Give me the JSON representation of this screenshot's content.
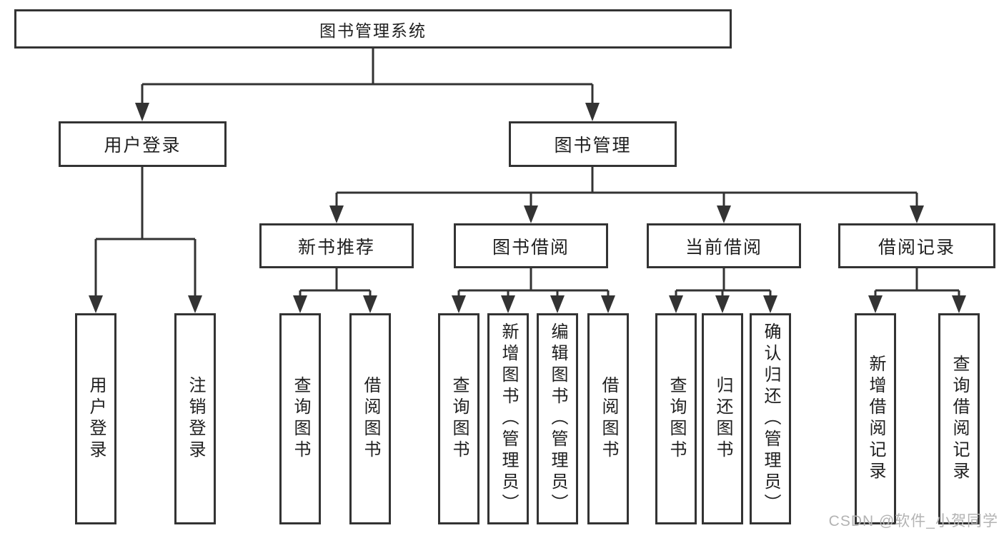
{
  "diagram": {
    "title_node": "图书管理系统",
    "level2": {
      "user_login": "用户登录",
      "book_mgmt": "图书管理"
    },
    "level3": [
      "新书推荐",
      "图书借阅",
      "当前借阅",
      "借阅记录"
    ],
    "leaves_user": [
      "用户登录",
      "注销登录"
    ],
    "leaves_new_book": [
      "查询图书",
      "借阅图书"
    ],
    "leaves_borrow": [
      "查询图书",
      "新增图书（管理员）",
      "编辑图书（管理员）",
      "借阅图书"
    ],
    "leaves_current": [
      "查询图书",
      "归还图书",
      "确认归还（管理员）"
    ],
    "leaves_records": [
      "新增借阅记录",
      "查询借阅记录"
    ]
  },
  "watermark": "CSDN @软件_小贺同学",
  "colors": {
    "line": "#333333",
    "box_border": "#333333",
    "text": "#1f1f1f",
    "background": "#ffffff",
    "watermark_text": "#b3b3b3"
  }
}
